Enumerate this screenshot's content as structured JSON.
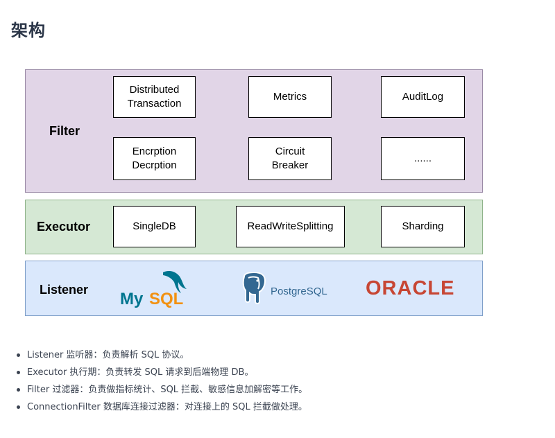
{
  "page": {
    "title": "架构"
  },
  "diagram": {
    "filter_layer": {
      "label": "Filter",
      "boxes": [
        "Distributed\nTransaction",
        "Metrics",
        "AuditLog",
        "Encrption\nDecrption",
        "Circuit\nBreaker",
        "......"
      ]
    },
    "executor_layer": {
      "label": "Executor",
      "boxes": [
        "SingleDB",
        "ReadWriteSplitting",
        "Sharding"
      ]
    },
    "listener_layer": {
      "label": "Listener",
      "logos": [
        {
          "name": "mysql-logo",
          "text": "MySQL",
          "colors": {
            "my": "#00758f",
            "sql": "#f29111"
          }
        },
        {
          "name": "postgresql-logo",
          "text": "PostgreSQL",
          "colors": {
            "elephant": "#336791",
            "text": "#336791"
          }
        },
        {
          "name": "oracle-logo",
          "text": "ORACLE",
          "colors": {
            "text": "#c74634"
          }
        }
      ]
    }
  },
  "bullets": [
    "Listener 监听器：负责解析 SQL 协议。",
    "Executor 执行期：负责转发 SQL 请求到后端物理 DB。",
    "Filter 过滤器：负责做指标统计、SQL 拦截、敏感信息加解密等工作。",
    "ConnectionFilter 数据库连接过滤器：对连接上的 SQL 拦截做处理。"
  ]
}
